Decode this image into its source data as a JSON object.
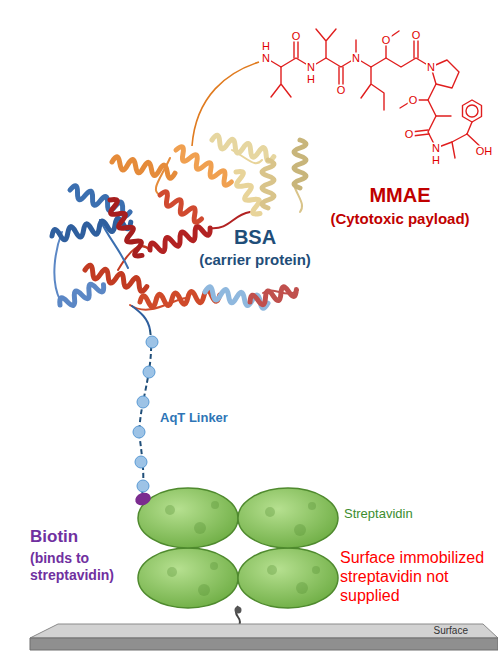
{
  "diagram": {
    "nodes": [
      {
        "text": [
          "Surface"
        ]
      }
    ],
    "labels": [
      "N",
      "H",
      "O",
      "N",
      "H",
      "O",
      "N",
      "O",
      "O",
      "N",
      "O",
      "O",
      "N",
      "H",
      "OH",
      "MMAE",
      "(Cytotoxic payload)",
      "BSA",
      "(carrier protein)",
      "AqT Linker",
      "Biotin",
      "(binds to streptavidin)",
      "Streptavidin",
      "Surface immobilized streptavidin not supplied"
    ]
  }
}
